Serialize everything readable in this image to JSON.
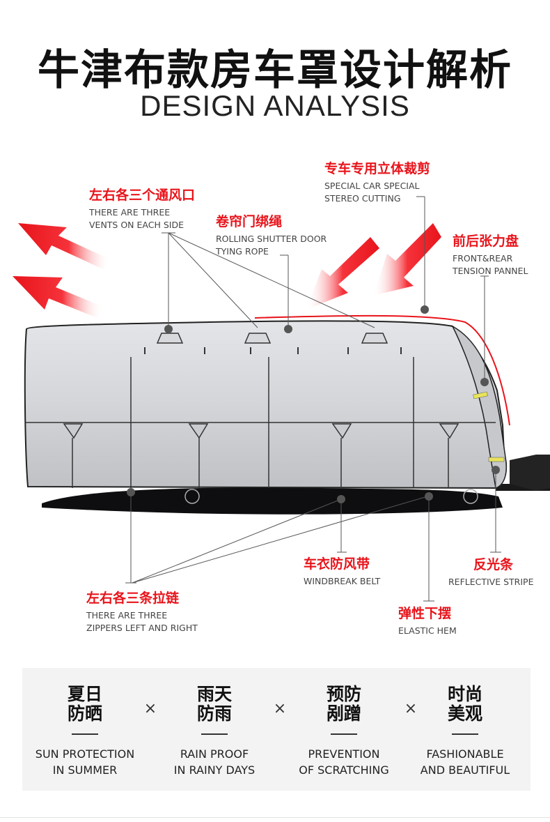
{
  "header": {
    "title_cn": "牛津布款房车罩设计解析",
    "title_en": "DESIGN ANALYSIS"
  },
  "callouts": [
    {
      "id": "vents",
      "cn": "左右各三个通风口",
      "en": "THERE ARE THREE\nVENTS ON EACH SIDE"
    },
    {
      "id": "rope",
      "cn": "卷帘门绑绳",
      "en": "ROLLING SHUTTER DOOR\nTYING ROPE"
    },
    {
      "id": "cutting",
      "cn": "专车专用立体裁剪",
      "en": "SPECIAL CAR SPECIAL\nSTEREO CUTTING"
    },
    {
      "id": "tension",
      "cn": "前后张力盘",
      "en": "FRONT&REAR\nTENSION PANNEL"
    },
    {
      "id": "belt",
      "cn": "车衣防风带",
      "en": "WINDBREAK BELT"
    },
    {
      "id": "reflective",
      "cn": "反光条",
      "en": "REFLECTIVE STRIPE"
    },
    {
      "id": "zippers",
      "cn": "左右各三条拉链",
      "en": "THERE ARE THREE\nZIPPERS LEFT AND RIGHT"
    },
    {
      "id": "hem",
      "cn": "弹性下摆",
      "en": "ELASTIC HEM"
    }
  ],
  "features": [
    {
      "cn": "夏日\n防晒",
      "en": "SUN PROTECTION\nIN SUMMER"
    },
    {
      "cn": "雨天\n防雨",
      "en": "RAIN PROOF\nIN RAINY DAYS"
    },
    {
      "cn": "预防\n剐蹭",
      "en": "PREVENTION\nOF SCRATCHING"
    },
    {
      "cn": "时尚\n美观",
      "en": "FASHIONABLE\nAND BEAUTIFUL"
    }
  ],
  "separator": "×",
  "colors": {
    "accent_red": "#e8141b",
    "cover_gray": "#d2d4d8",
    "panel_bg": "#f3f3f3"
  }
}
